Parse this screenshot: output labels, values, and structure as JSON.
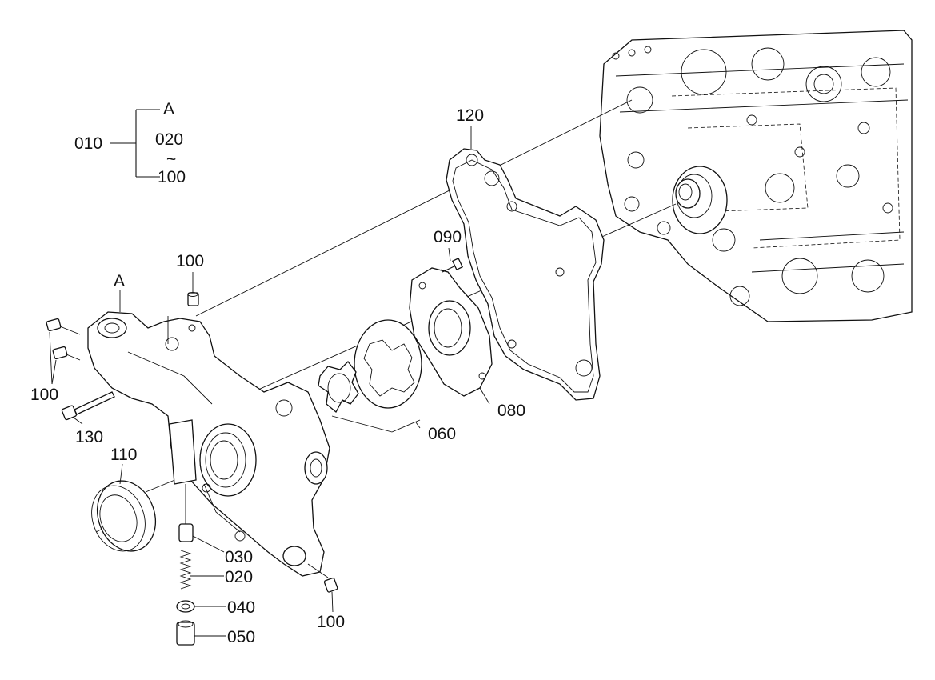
{
  "legend": {
    "root": "010",
    "top": "A",
    "middle": "020",
    "tilde": "~",
    "bottom": "100"
  },
  "callouts": {
    "a_housing": "A",
    "p100_top": "100",
    "p100_left": "100",
    "p100_bottom": "100",
    "p130": "130",
    "p110": "110",
    "p030": "030",
    "p020": "020",
    "p040": "040",
    "p050": "050",
    "p060": "060",
    "p080": "080",
    "p090": "090",
    "p120": "120"
  }
}
